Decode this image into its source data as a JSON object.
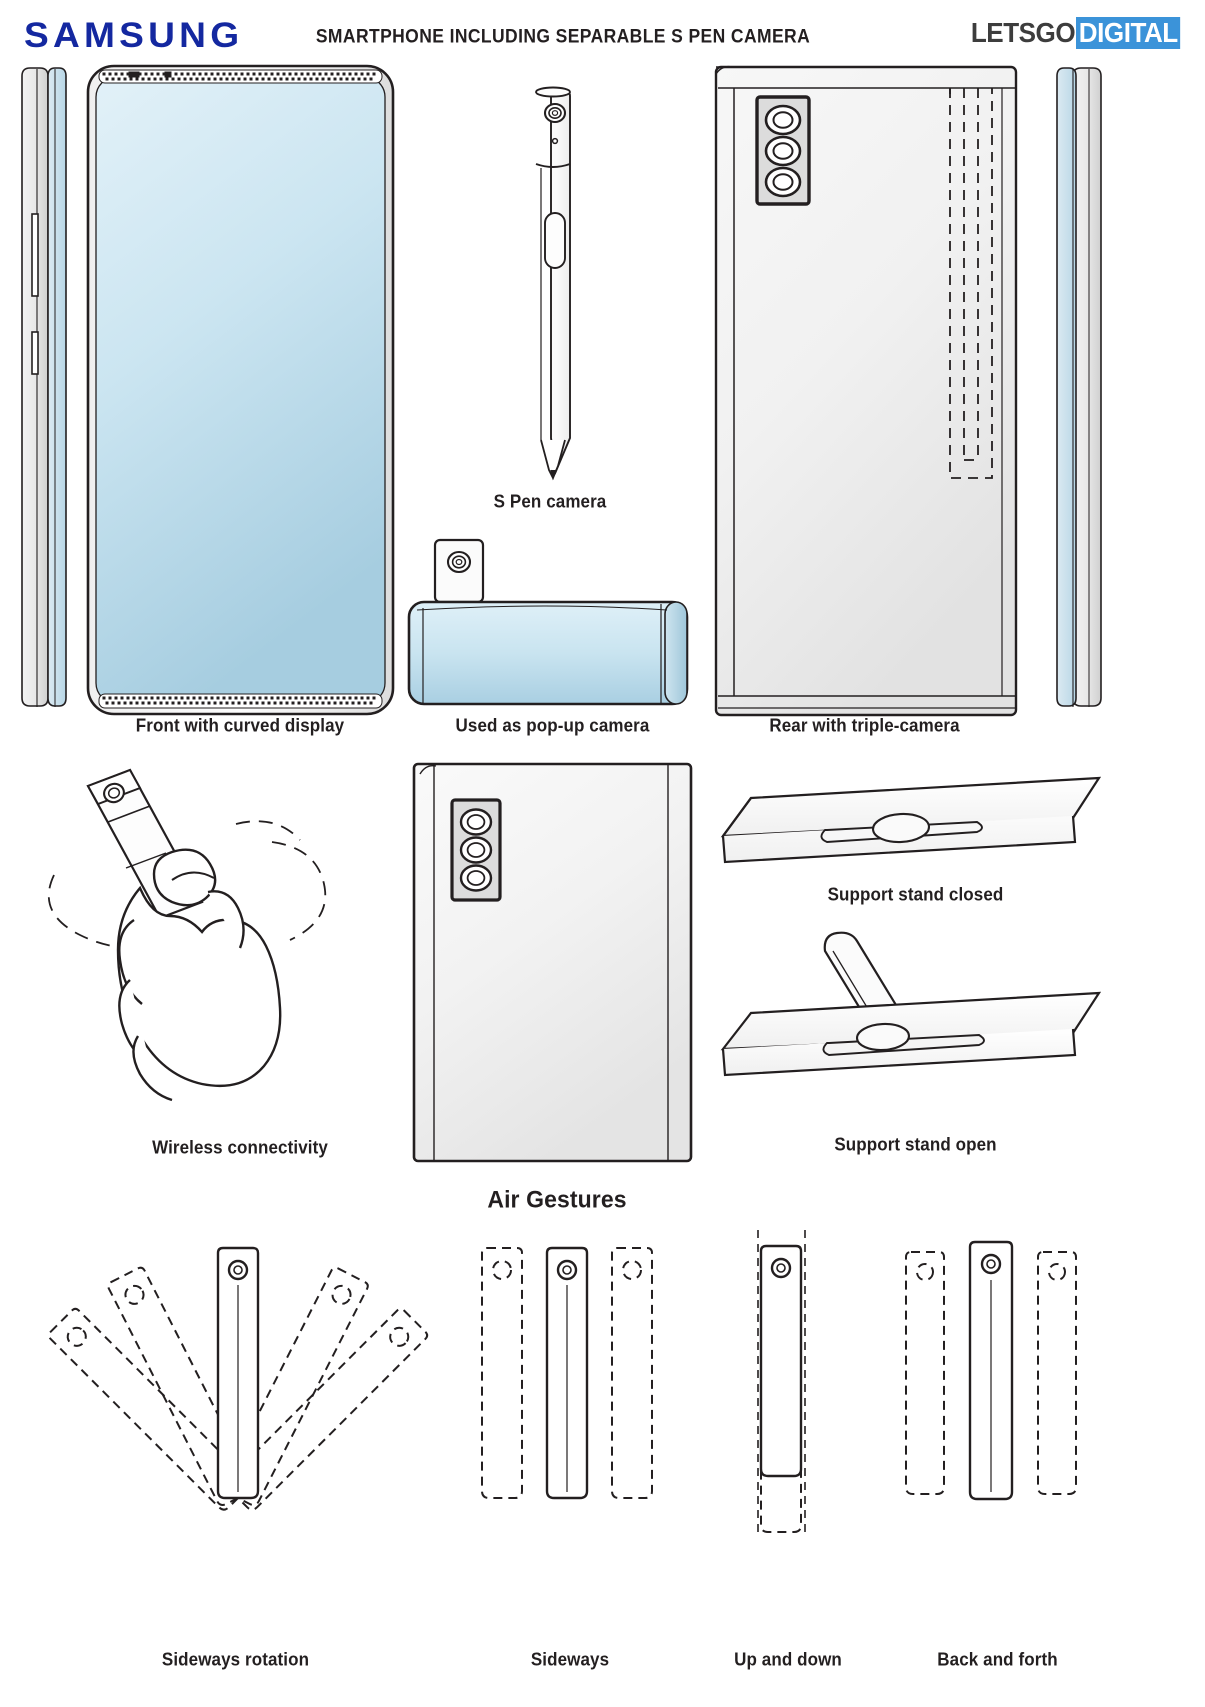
{
  "header": {
    "brand": "SAMSUNG",
    "title": "SMARTPHONE INCLUDING SEPARABLE S PEN CAMERA",
    "watermark_left": "LETSGO",
    "watermark_right": "DIGITAL"
  },
  "colors": {
    "samsung_blue": "#1428A0",
    "watermark_blue": "#3b93d9",
    "ink": "#231f20",
    "screen_blue_top": "#d9ecf6",
    "screen_blue_bottom": "#a9cfe2",
    "body_gray_light": "#fbfbfb",
    "body_gray_dark": "#d8d8d8"
  },
  "figures": {
    "row1": [
      {
        "id": "front-curved-display",
        "caption": "Front with curved display"
      },
      {
        "id": "pop-up-camera",
        "caption": "Used as pop-up camera"
      },
      {
        "id": "rear-triple-camera",
        "caption": "Rear with triple-camera"
      }
    ],
    "spen": {
      "id": "s-pen-camera",
      "caption": "S Pen camera"
    },
    "row2": [
      {
        "id": "wireless-connectivity",
        "caption": "Wireless connectivity"
      },
      {
        "id": "support-stand-closed",
        "caption": "Support stand closed"
      },
      {
        "id": "support-stand-open",
        "caption": "Support stand open"
      }
    ],
    "air_gestures": {
      "title": "Air Gestures",
      "items": [
        {
          "id": "sideways-rotation",
          "caption": "Sideways rotation"
        },
        {
          "id": "sideways",
          "caption": "Sideways"
        },
        {
          "id": "up-and-down",
          "caption": "Up and down"
        },
        {
          "id": "back-and-forth",
          "caption": "Back and forth"
        }
      ]
    }
  }
}
